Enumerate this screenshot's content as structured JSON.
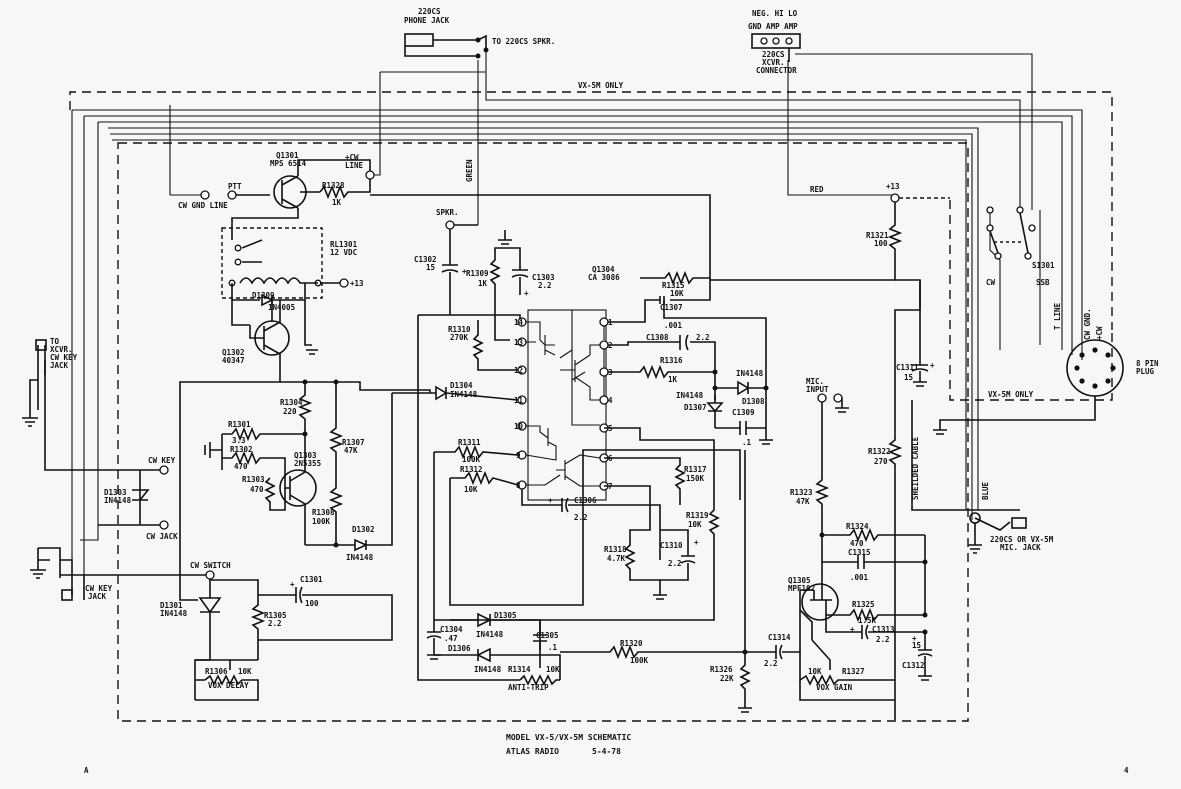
{
  "title": {
    "line1": "MODEL VX-5/VX-5M SCHEMATIC",
    "company": "ATLAS RADIO",
    "date": "5-4-78"
  },
  "page_marks": {
    "left": "A",
    "right": "4"
  },
  "connectors": {
    "phone_jack": "220CS",
    "phone_jack2": "PHONE JACK",
    "to_spkr": "TO 220CS SPKR.",
    "xcvr_top": "NEG. HI LO",
    "xcvr_mid": "GND AMP AMP",
    "xcvr_name1": "220CS",
    "xcvr_name2": "XCVR.",
    "xcvr_name3": "CONNECTOR",
    "vx5m_only_top": "VX-5M ONLY",
    "vx5m_only_right": "VX-5M ONLY",
    "to_xcvr": [
      "TO",
      "XCVR.",
      "CW KEY",
      "JACK"
    ],
    "cw_key_jack": [
      "CW KEY",
      "JACK"
    ],
    "mic_jack": [
      "220CS OR VX-5M",
      "MIC. JACK"
    ],
    "pin_plug": [
      "8 PIN",
      "PLUG"
    ],
    "t_line": "T LINE",
    "cw_gnd": "CW GND.",
    "plus_cw": "+CW",
    "green": "GREEN",
    "red": "RED",
    "blue": "BLUE",
    "shielded": "SHEILDED CABLE",
    "spkr": "SPKR.",
    "plus13": "+13",
    "plus13b": "+13",
    "cw_gnd_line": "CW GND LINE",
    "ptt": "PTT",
    "plus_cw_line": [
      "+CW",
      "LINE"
    ],
    "cw_key": "CW KEY",
    "cw_jack": "CW JACK",
    "cw_switch": "CW SWITCH",
    "mic_input": [
      "MIC.",
      "INPUT"
    ],
    "cw": "CW",
    "ssb": "SSB",
    "s1301": "S1301"
  },
  "components": {
    "q1301": [
      "Q1301",
      "MPS 6514"
    ],
    "r1328": [
      "R1328",
      "1K"
    ],
    "rl1301": [
      "RL1301",
      "12 VDC"
    ],
    "d1309": [
      "D1309",
      "1N4005"
    ],
    "q1302": [
      "Q1302",
      "40347"
    ],
    "r1304": [
      "R1304",
      "220"
    ],
    "r1301": [
      "R1301",
      "3.3"
    ],
    "r1302": [
      "R1302",
      "470"
    ],
    "r1303": [
      "R1303",
      "470"
    ],
    "q1303": [
      "Q1303",
      "2N5355"
    ],
    "r1307": [
      "R1307",
      "47K"
    ],
    "r1308": [
      "R1308",
      "100K"
    ],
    "d1302": [
      "D1302",
      "IN4148"
    ],
    "d1303": [
      "D1303",
      "IN4148"
    ],
    "d1301": [
      "D1301",
      "IN4148"
    ],
    "r1305": [
      "R1305",
      "2.2"
    ],
    "c1301": [
      "C1301",
      "100"
    ],
    "r1306": [
      "R1306",
      "10K"
    ],
    "vox_delay": "VOX DELAY",
    "c1302": [
      "C1302",
      "15"
    ],
    "r1309": [
      "R1309",
      "1K"
    ],
    "c1303": [
      "C1303",
      "2.2"
    ],
    "r1310": [
      "R1310",
      "270K"
    ],
    "q1304": [
      "Q1304",
      "CA 3086"
    ],
    "r1315": [
      "R1315",
      "10K"
    ],
    "c1307": [
      "C1307",
      ".001"
    ],
    "c1308": [
      "C1308",
      "2.2"
    ],
    "r1316": [
      "R1316",
      "1K"
    ],
    "d1308": [
      "IN4148",
      "D1308"
    ],
    "d1307": [
      "IN4148",
      "D1307"
    ],
    "c1309": [
      "C1309",
      ".1"
    ],
    "d1304": [
      "D1304",
      "IN4148"
    ],
    "r1311": [
      "R1311",
      "100K"
    ],
    "r1312": [
      "R1312",
      "10K"
    ],
    "c1306": [
      "C1306",
      "2.2"
    ],
    "r1317": [
      "R1317",
      "150K"
    ],
    "r1319": [
      "R1319",
      "10K"
    ],
    "r1318": [
      "R1318",
      "4.7K"
    ],
    "c1310": [
      "C1310",
      "2.2"
    ],
    "c1304": [
      "C1304",
      ".47"
    ],
    "d1305": [
      "D1305",
      "IN4148"
    ],
    "d1306": [
      "D1306",
      "IN4148"
    ],
    "c1305": [
      "C1305",
      ".1"
    ],
    "r1314": [
      "R1314",
      "10K"
    ],
    "anti_trip": "ANTI-TRIP",
    "r1320": [
      "R1320",
      "100K"
    ],
    "r1326": [
      "R1326",
      "22K"
    ],
    "r1321": [
      "R1321",
      "100"
    ],
    "c1311": [
      "C1311",
      "15"
    ],
    "r1322": [
      "R1322",
      "270"
    ],
    "r1323": [
      "R1323",
      "47K"
    ],
    "r1324": [
      "R1324",
      "470"
    ],
    "c1315": [
      "C1315",
      ".001"
    ],
    "q1305": [
      "Q1305",
      "MPF102"
    ],
    "r1325": [
      "R1325",
      "1.5K"
    ],
    "c1313": [
      "C1313",
      "2.2"
    ],
    "c1314": [
      "C1314",
      "2.2"
    ],
    "c1312": [
      "15",
      "C1312"
    ],
    "r1327": [
      "10K",
      "R1327"
    ],
    "vox_gain": "VOX GAIN"
  },
  "ic_pins": [
    "14",
    "13",
    "12",
    "11",
    "10",
    "9",
    "8",
    "1",
    "2",
    "3",
    "4",
    "5",
    "6",
    "7"
  ]
}
